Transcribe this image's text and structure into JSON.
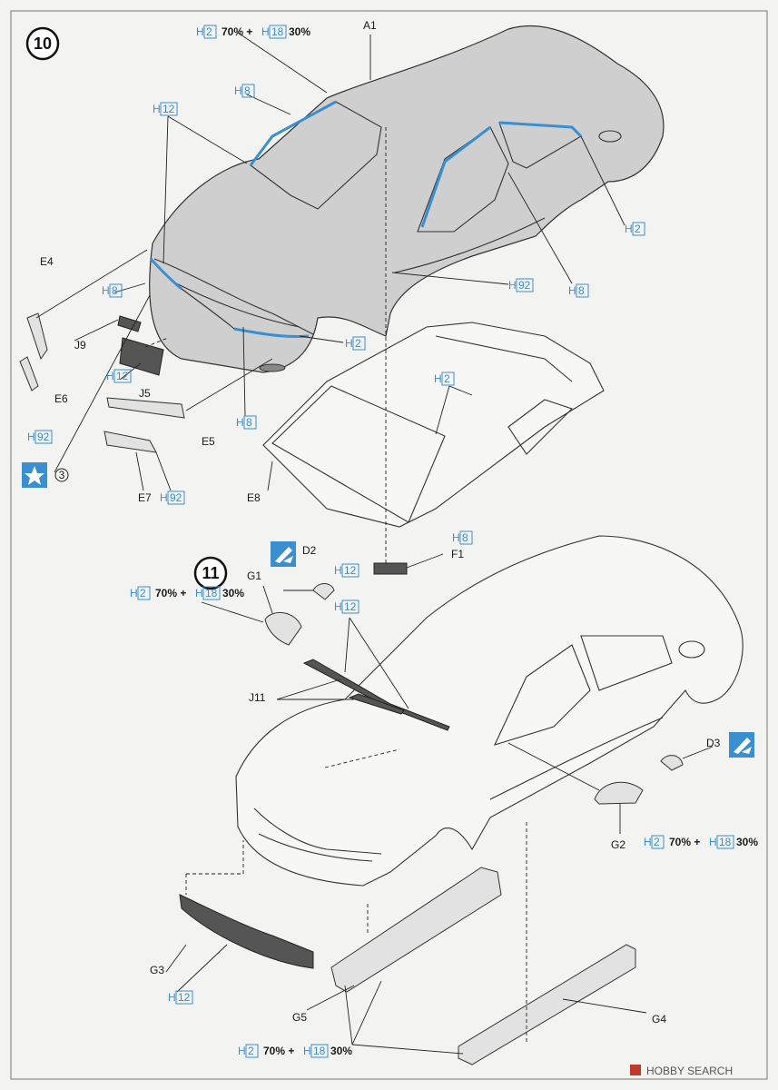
{
  "steps": [
    "10",
    "11"
  ],
  "paint": {
    "h2": "2",
    "h8": "8",
    "h12": "12",
    "h18": "18",
    "h92": "92",
    "prefix": "H",
    "pct70": "70% +",
    "pct30": "30%",
    "accent": "#3a8fd0"
  },
  "parts": {
    "a1": "A1",
    "e4": "E4",
    "j9": "J9",
    "e6": "E6",
    "j5": "J5",
    "e5": "E5",
    "e7": "E7",
    "e8": "E8",
    "d2": "D2",
    "g1": "G1",
    "f1": "F1",
    "j11": "J11",
    "d3": "D3",
    "g2": "G2",
    "g3": "G3",
    "g5": "G5",
    "g4": "G4"
  },
  "circle_ref": "3",
  "watermark": "HOBBY SEARCH"
}
